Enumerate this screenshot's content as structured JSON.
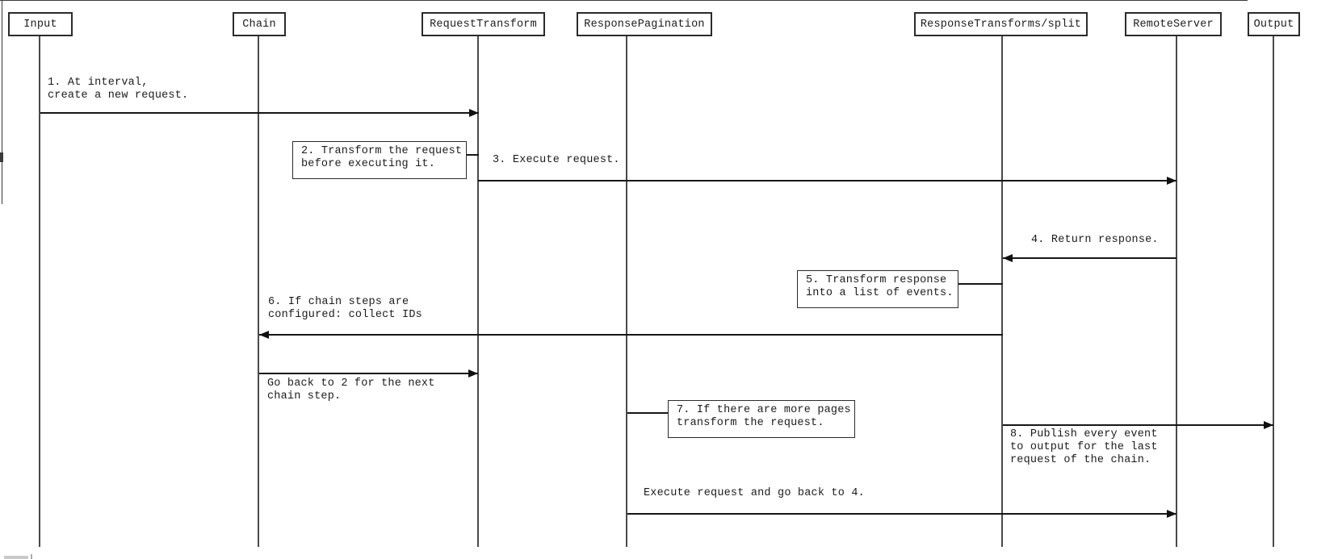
{
  "colors": {
    "line": "#161616",
    "lifeline": "#4a4a4a",
    "text": "#1c1c1c",
    "background": "#ffffff"
  },
  "actors": [
    {
      "id": "input",
      "label": "Input"
    },
    {
      "id": "chain",
      "label": "Chain"
    },
    {
      "id": "request-transform",
      "label": "RequestTransform"
    },
    {
      "id": "response-pagination",
      "label": "ResponsePagination"
    },
    {
      "id": "response-transforms-split",
      "label": "ResponseTransforms/split"
    },
    {
      "id": "remote-server",
      "label": "RemoteServer"
    },
    {
      "id": "output",
      "label": "Output"
    }
  ],
  "messages": {
    "step1": "1. At interval,\ncreate a new request.",
    "step2_note": "2. Transform the request\nbefore executing it.",
    "step3": "3. Execute request.",
    "step4": "4. Return response.",
    "step5_note": "5. Transform response\ninto a list of events.",
    "step6": "6. If chain steps are\nconfigured: collect IDs",
    "go_back": "Go back to 2 for the next\nchain step.",
    "step7_note": "7. If there are more pages\ntransform the request.",
    "step8": "8. Publish every event\nto output for the last\nrequest of the chain.",
    "execute_again": "Execute request and go back to 4."
  }
}
